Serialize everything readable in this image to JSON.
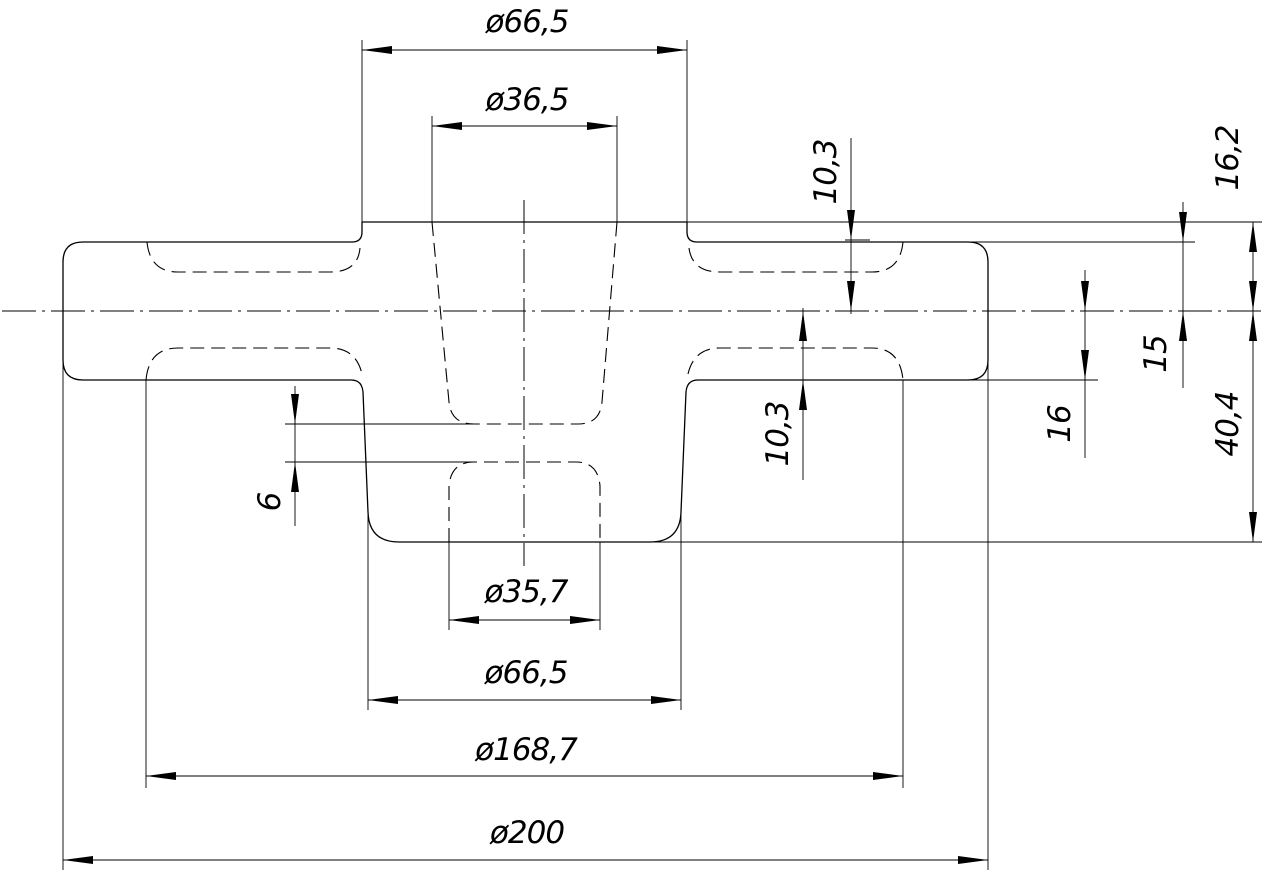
{
  "drawing": {
    "symbol_color": "#000000",
    "background": "#ffffff",
    "dimensions": {
      "dia_hub_top": "ø66,5",
      "dia_bore_top": "ø36,5",
      "dia_bore_bottom": "ø35,7",
      "dia_hub_bottom": "ø66,5",
      "dia_recess": "ø168,7",
      "dia_outer": "ø200",
      "web_top_depth": "10,3",
      "web_bottom_depth": "10,3",
      "hub_top_height": "16,2",
      "flange_half_upper": "15",
      "flange_half_lower": "16",
      "hub_bottom_height": "40,4",
      "bore_gap": "6"
    }
  }
}
